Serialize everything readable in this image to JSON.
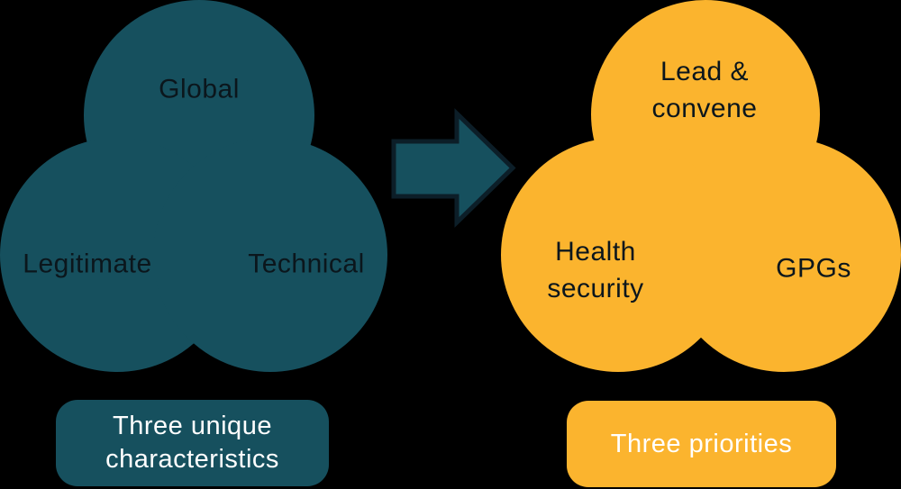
{
  "colors": {
    "teal": "#16505e",
    "yellow": "#fbb42e",
    "dark_text": "#0b161c",
    "light_text": "#ffffff",
    "arrow_outline": "#0c1e28",
    "background": "#000000"
  },
  "left_cluster": {
    "top_label": "Global",
    "bottom_left_label": "Legitimate",
    "bottom_right_label": "Technical",
    "caption": "Three unique characteristics"
  },
  "right_cluster": {
    "top_label": "Lead & convene",
    "bottom_left_label": "Health security",
    "bottom_right_label": "GPGs",
    "caption": "Three priorities"
  },
  "arrow": {
    "direction": "right"
  }
}
